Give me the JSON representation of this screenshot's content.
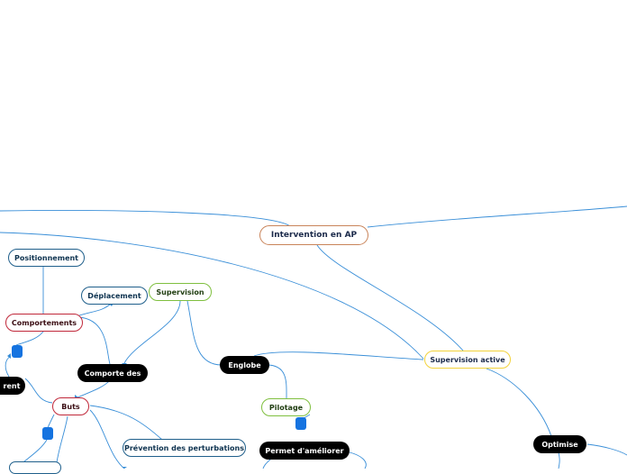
{
  "nodes": {
    "root": "Intervention en AP",
    "supervision_active": "Supervision active",
    "positionnement": "Positionnement",
    "deplacement": "Déplacement",
    "supervision": "Supervision",
    "comportements": "Comportements",
    "comporte_des": "Comporte des",
    "englobe": "Englobe",
    "rent": "rent",
    "buts": "Buts",
    "pilotage": "Pilotage",
    "prevention": "Prévention des perturbations",
    "permet_ameliorer": "Permet d'améliorer",
    "optimise": "Optimise"
  },
  "colors": {
    "link": "#3a8fd8",
    "marker": "#1573e0"
  },
  "icons": [
    "marker-icon",
    "marker-icon",
    "marker-icon",
    "marker-icon"
  ]
}
